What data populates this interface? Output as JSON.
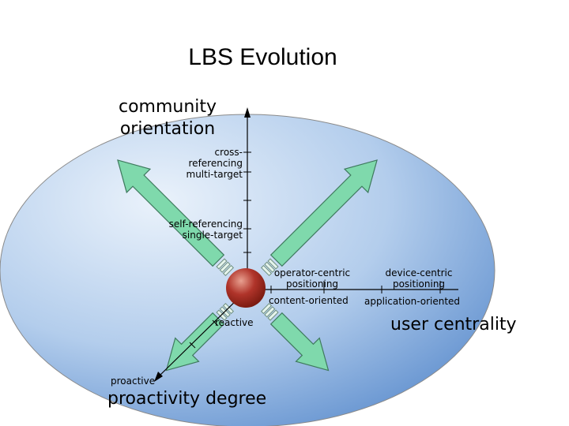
{
  "title": "LBS Evolution",
  "axes": {
    "community_label_line1": "community",
    "community_label_line2": "orientation",
    "user_centrality_label": "user centrality",
    "proactivity_label": "proactivity degree"
  },
  "community_ticks": {
    "cross_1": "cross-",
    "cross_2": "referencing",
    "cross_3": "multi-target",
    "self_1": "self-referencing",
    "self_2": "single-target"
  },
  "centrality_ticks": {
    "operator_1": "operator-centric",
    "operator_2": "positioning",
    "content": "content-oriented",
    "device_1": "device-centric",
    "device_2": "positioning",
    "application": "application-oriented"
  },
  "proactivity_ticks": {
    "reactive": "reactive",
    "proactive": "proactive"
  },
  "colors": {
    "background": "#ffffff",
    "ellipse_light": "#eaf2fb",
    "ellipse_dark": "#5f8fce",
    "arrow_fill": "#7fd9ac",
    "arrow_stroke": "#3f7a5e",
    "sphere_light": "#e8a090",
    "sphere_dark": "#7a1a10"
  }
}
